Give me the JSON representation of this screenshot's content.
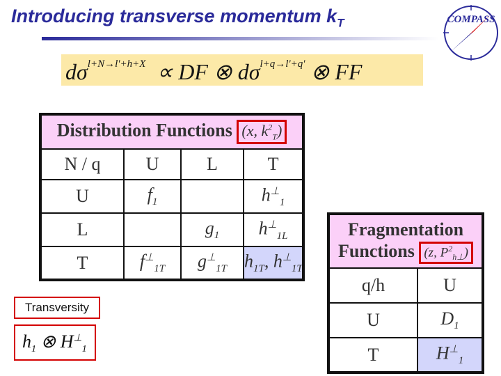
{
  "slide": {
    "title_text": "Introducing transverse momentum k",
    "title_subscript": "T",
    "logo_text": "COMPASS"
  },
  "formula": {
    "lhs_d": "dσ",
    "lhs_sup": "l+N→l'+h+X",
    "proportional": "∝",
    "df": "DF",
    "otimes1": "⊗",
    "mid_d": "dσ",
    "mid_sup": "l+q→l'+q'",
    "otimes2": "⊗",
    "ff": "FF"
  },
  "distribution_table": {
    "header_label": "Distribution Functions",
    "header_arg": "(x, k",
    "header_arg_sub": "T",
    "header_arg_sup": "2",
    "header_arg_close": ")",
    "columns": [
      "N / q",
      "U",
      "L",
      "T"
    ],
    "rows": [
      {
        "label": "U",
        "U": {
          "base": "f",
          "sub": "1",
          "sup": ""
        },
        "L": {
          "base": "",
          "sub": "",
          "sup": ""
        },
        "T": {
          "base": "h",
          "sub": "1",
          "sup": "⊥"
        }
      },
      {
        "label": "L",
        "U": {
          "base": "",
          "sub": "",
          "sup": ""
        },
        "L": {
          "base": "g",
          "sub": "1",
          "sup": ""
        },
        "T": {
          "base": "h",
          "sub": "1L",
          "sup": "⊥"
        }
      },
      {
        "label": "T",
        "U": {
          "base": "f",
          "sub": "1T",
          "sup": "⊥"
        },
        "L": {
          "base": "g",
          "sub": "1T",
          "sup": "⊥"
        },
        "T": {
          "base1": "h",
          "sub1": "1T",
          "sep": ", ",
          "base2": "h",
          "sub2": "1T",
          "sup2": "⊥"
        }
      }
    ]
  },
  "fragmentation_table": {
    "header_line1": "Fragmentation",
    "header_line2": "Functions",
    "header_arg": "(z, P",
    "header_arg_sub": "h⊥",
    "header_arg_sup": "2",
    "header_arg_close": ")",
    "columns": [
      "q/h",
      "U"
    ],
    "rows": [
      {
        "label": "U",
        "value": {
          "base": "D",
          "sub": "1",
          "sup": ""
        }
      },
      {
        "label": "T",
        "value": {
          "base": "H",
          "sub": "1",
          "sup": "⊥"
        }
      }
    ]
  },
  "transversity": {
    "label": "Transversity",
    "h": "h",
    "h_sub": "1",
    "otimes": "⊗",
    "H": "H",
    "H_sub": "1",
    "H_sup": "⊥"
  },
  "colors": {
    "title": "#2a2a9a",
    "formula_bg": "#fce9a8",
    "table_header_bg": "#fbd0f8",
    "highlight_cell_bg": "#d3d6fb",
    "accent_red": "#d40000",
    "f1": "#e07a00",
    "h1perp": "#3b4fb0",
    "g1": "#e0287a",
    "f1T": "#55d455",
    "D1": "#d40000",
    "H1perp": "#3b4fb0"
  }
}
